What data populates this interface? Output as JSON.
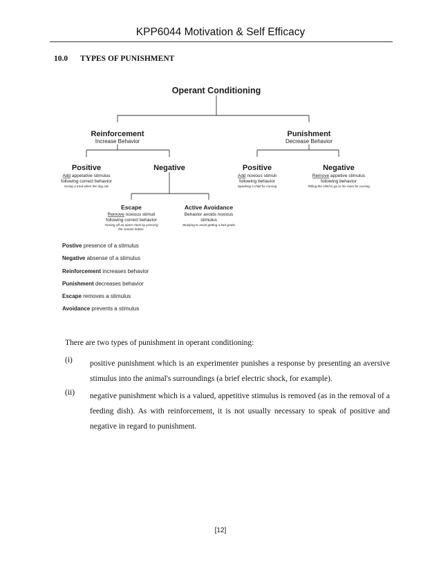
{
  "header": {
    "title": "KPP6044 Motivation & Self Efficacy"
  },
  "section": {
    "number": "10.0",
    "title": "TYPES OF PUNISHMENT"
  },
  "diagram": {
    "root": "Operant Conditioning",
    "reinforcement": {
      "title": "Reinforcement",
      "subtitle": "Increase Behavior"
    },
    "punishment": {
      "title": "Punishment",
      "subtitle": "Decrease Behavior"
    },
    "r_positive": {
      "title": "Positive",
      "underlined": "Add",
      "line1_rest": " appetative stimulus",
      "line2": "following correct behavior",
      "example": "Giving a treat when the dog sits"
    },
    "r_negative": {
      "title": "Negative"
    },
    "escape": {
      "title": "Escape",
      "underlined": "Remove",
      "line1_rest": " noxious stimuli",
      "line2": "following correct behavior",
      "example1": "Turning off an alarm clock by pressing",
      "example2": "the snooze button."
    },
    "avoidance": {
      "title": "Active Avoidance",
      "line1": "Behavior avoids noxious",
      "line2": "stimulus",
      "example": "Studying to avoid getting a bad grade"
    },
    "p_positive": {
      "title": "Positive",
      "underlined": "Add",
      "line1_rest": " noxious stimuli",
      "line2": "following behavior",
      "example": "Spanking a child for cursing"
    },
    "p_negative": {
      "title": "Negative",
      "underlined": "Remove",
      "line1_rest": " appetive stimulus",
      "line2": "following behavior",
      "example": "Telling the child to go to his room for cursing"
    }
  },
  "legend": [
    {
      "term": "Postive",
      "desc": " presence of a stimulus"
    },
    {
      "term": "Negative",
      "desc": " absense of a stimulus"
    },
    {
      "term": "Reinforcement",
      "desc": " increases behavior"
    },
    {
      "term": "Punishment",
      "desc": " decreases behavior"
    },
    {
      "term": "Escape",
      "desc": " removes a stimulus"
    },
    {
      "term": "Avoidance",
      "desc": " prevents a stimulus"
    }
  ],
  "body": {
    "intro": "There are two types of punishment in operant conditioning:",
    "items": [
      {
        "marker": "(i)",
        "text": "positive punishment which is an experimenter punishes a response by presenting an aversive stimulus into the animal's surroundings (a brief electric shock, for example)."
      },
      {
        "marker": "(ii)",
        "text": " negative punishment which is a valued, appetitive stimulus is removed (as in the removal of a feeding dish). As with reinforcement, it is not usually necessary to speak of positive and negative in regard to punishment."
      }
    ]
  },
  "footer": {
    "page": "[12]"
  }
}
